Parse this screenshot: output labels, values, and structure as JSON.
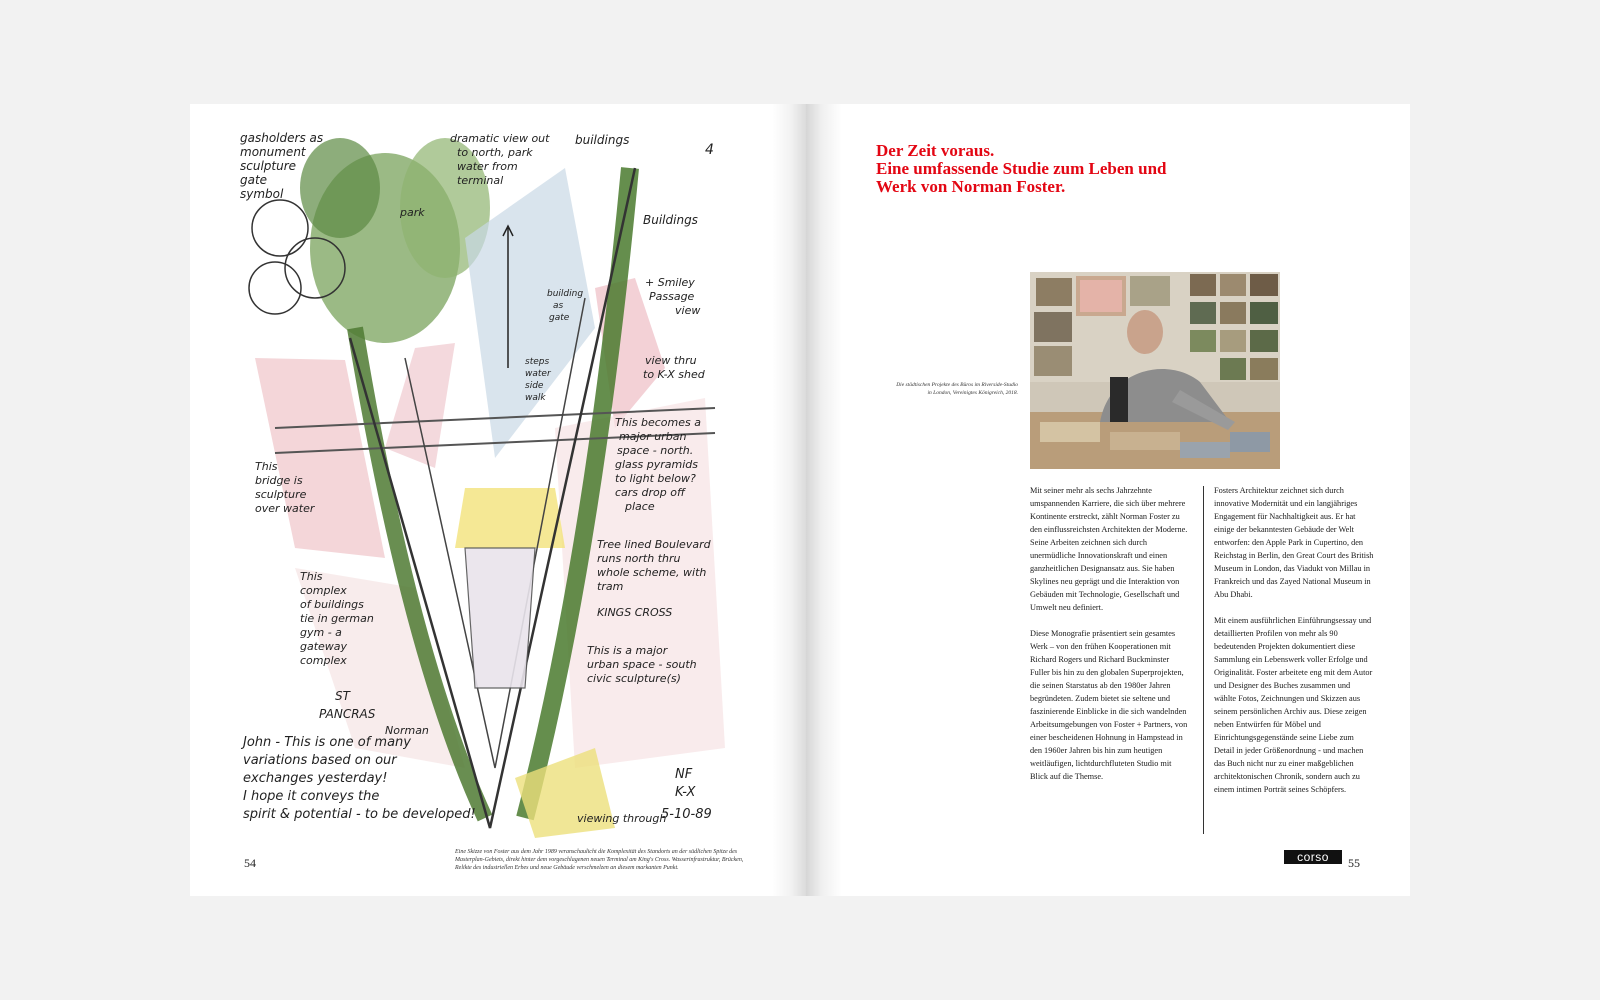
{
  "left_page": {
    "page_number": "54",
    "caption": "Eine Skizze von Foster aus dem Jahr 1989 veranschaulicht die Komplexität des Standorts an der südlichen Spitze des Masterplan-Gebiets, direkt hinter dem vorgeschlagenen neuen Terminal am King's Cross. Wasserinfrastruktur, Brücken, Relikte des industriellen Erbes und neue Gebäude verschmelzen an diesem markanten Punkt.",
    "sketch_notes": {
      "n1": "gasholders as",
      "n2": "monument",
      "n3": "sculpture",
      "n4": "gate",
      "n5": "symbol",
      "n6": "dramatic view out",
      "n7": "to north, park",
      "n8": "water from",
      "n9": "terminal",
      "n10": "buildings",
      "n11": "4",
      "n12": "park",
      "n13": "Buildings",
      "n14": "+ Smiley",
      "n15": "Passage",
      "n16": "view",
      "n17": "building",
      "n18": "as",
      "n19": "gate",
      "n20": "steps",
      "n21": "water",
      "n22": "side",
      "n23": "walk",
      "n24": "view thru",
      "n25": "to K-X shed",
      "n26": "This becomes a",
      "n27": "major urban",
      "n28": "space - north.",
      "n29": "glass pyramids",
      "n30": "to light below?",
      "n31": "cars drop off",
      "n32": "place",
      "n33": "This",
      "n34": "bridge is",
      "n35": "sculpture",
      "n36": "over water",
      "n37": "Tree lined Boulevard",
      "n38": "runs north thru",
      "n39": "whole scheme, with",
      "n40": "tram",
      "n41": "KINGS CROSS",
      "n42": "This",
      "n43": "complex",
      "n44": "of buildings",
      "n45": "tie in german",
      "n46": "gym - a",
      "n47": "gateway",
      "n48": "complex",
      "n49": "This is a major",
      "n50": "urban space - south",
      "n51": "civic sculpture(s)",
      "n52": "ST",
      "n53": "PANCRAS",
      "n54": "John - This is one of many",
      "n55": "variations based on our",
      "n56": "exchanges yesterday!",
      "n57": "I hope it conveys the",
      "n58": "spirit & potential - to be developed!",
      "n59": "Norman",
      "n60": "NF",
      "n61": "K-X",
      "n62": "5-10-89",
      "n63": "viewing through"
    }
  },
  "right_page": {
    "headline": [
      "Der Zeit voraus.",
      "Eine umfassende Studie zum Leben und",
      "Werk von Norman Foster."
    ],
    "photo_caption": "Die städtischen Projekte des Büros im Riverside-Studio in London, Vereinigtes Königreich, 2018.",
    "column_left": [
      "Mit seiner mehr als sechs Jahrzehnte umspannenden Karriere, die sich über mehrere Kontinente erstreckt, zählt Norman Foster zu den einflussreichsten Architekten der Moderne. Seine Arbeiten zeichnen sich durch unermüdliche Innovationskraft und einen ganzheitlichen Designansatz aus. Sie haben Skylines neu geprägt und die Interaktion von Gebäuden mit Technologie, Gesellschaft und Umwelt neu definiert.",
      "Diese Monografie präsentiert sein gesamtes Werk – von den frühen Kooperationen mit Richard Rogers und Richard Buckminster Fuller bis hin zu den globalen Superprojekten, die seinen Starstatus ab den 1980er Jahren begründeten. Zudem bietet sie seltene und faszinierende Einblicke in die sich wandelnden Arbeitsumgebungen von Foster + Partners, von einer bescheidenen Hohnung in Hampstead in den 1960er Jahren bis hin zum heutigen weitläufigen, lichtdurchfluteten Studio mit Blick auf die Themse."
    ],
    "column_right": [
      "Fosters Architektur zeichnet sich durch innovative Modernität und ein langjähriges Engagement für Nachhaltigkeit aus. Er hat einige der bekanntesten Gebäude der Welt entworfen: den Apple Park in Cupertino, den Reichstag in Berlin, den Great Court des British Museum in London, das Viadukt von Millau in Frankreich und das Zayed National Museum in Abu Dhabi.",
      "Mit einem ausführlichen Einführungsessay und detaillierten Profilen von mehr als 90 bedeutenden Projekten dokumentiert diese Sammlung ein Lebenswerk voller Erfolge und Originalität. Foster arbeitete eng mit dem Autor und Designer des Buches zusammen und wählte Fotos, Zeichnungen und Skizzen aus seinem persönlichen Archiv aus. Diese zeigen neben Entwürfen für Möbel und Einrichtungsgegenstände seine Liebe zum Detail in jeder Größenordnung - und machen das Buch nicht nur zu einer maßgeblichen architektonischen Chronik, sondern auch zu einem intimen Porträt seines Schöpfers."
    ],
    "logo": "corso",
    "page_number": "55"
  },
  "colors": {
    "background": "#f2f2f2",
    "page": "#ffffff",
    "headline": "#e30613",
    "logo_bg": "#111111"
  }
}
